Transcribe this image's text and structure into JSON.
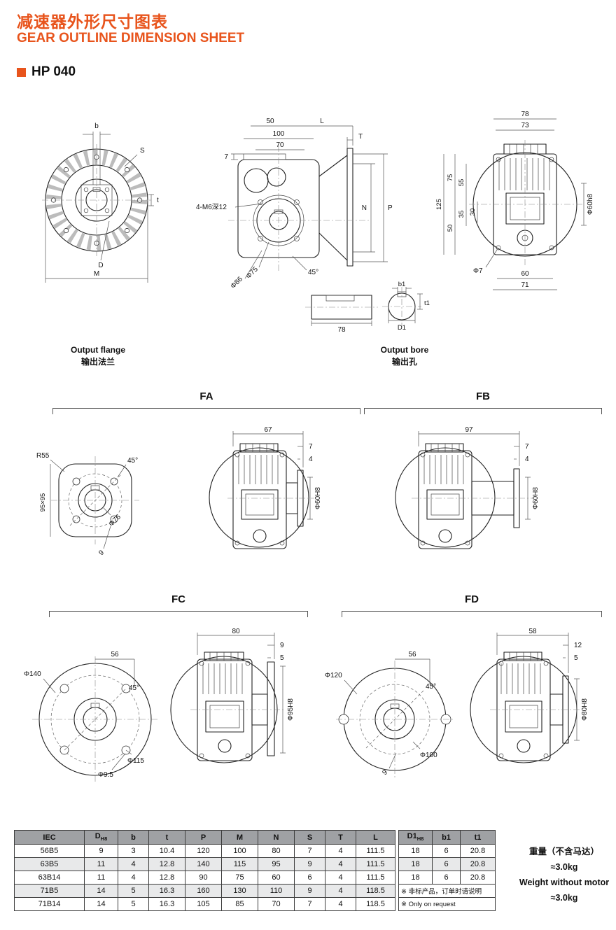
{
  "meta": {
    "accent": "#e8541c"
  },
  "header": {
    "title_zh": "减速器外形尺寸图表",
    "title_en": "GEAR OUTLINE DIMENSION SHEET",
    "model": "HP 040"
  },
  "views": {
    "output_flange": {
      "caption_en": "Output flange",
      "caption_zh": "输出法兰",
      "dims": {
        "b": "b",
        "s": "S",
        "t": "t",
        "d": "D",
        "m": "M"
      }
    },
    "front": {
      "dims": {
        "w50": "50",
        "l": "L",
        "w100": "100",
        "w70": "70",
        "h7": "7",
        "t": "T",
        "n": "N",
        "p": "P",
        "bolts": "4-M6深12",
        "phi75": "Φ75",
        "phi86": "Φ86",
        "a45": "45°"
      }
    },
    "shaft": {
      "len": "78"
    },
    "output_bore": {
      "caption_en": "Output bore",
      "caption_zh": "输出孔",
      "dims": {
        "b1": "b1",
        "t1": "t1",
        "d1": "D1"
      }
    },
    "side": {
      "dims": {
        "w78": "78",
        "w73": "73",
        "h125": "125",
        "h75": "75",
        "h55": "55",
        "h50": "50",
        "h35": "35",
        "h30": "30",
        "phi60": "Φ60h8",
        "phi7": "Φ7",
        "w60": "60",
        "w71": "71"
      }
    },
    "fa": {
      "label": "FA",
      "flange": {
        "r55": "R55",
        "a45": "45°",
        "sq": "95×95",
        "phi75": "Φ75",
        "n9": "9"
      },
      "gear": {
        "w67": "67",
        "h7": "7",
        "h4": "4",
        "phi": "Φ60H8"
      }
    },
    "fb": {
      "label": "FB",
      "gear": {
        "w97": "97",
        "h7": "7",
        "h4": "4",
        "phi": "Φ60H8"
      }
    },
    "fc": {
      "label": "FC",
      "flange": {
        "phi140": "Φ140",
        "w56": "56",
        "a45": "45°",
        "phi115": "Φ115",
        "phi95": "Φ9.5"
      },
      "gear": {
        "w80": "80",
        "h9": "9",
        "h5": "5",
        "phi": "Φ95H8"
      }
    },
    "fd": {
      "label": "FD",
      "flange": {
        "phi120": "Φ120",
        "w56": "56",
        "a45": "45°",
        "phi100": "Φ100",
        "n9": "9"
      },
      "gear": {
        "w58": "58",
        "h12": "12",
        "h5": "5",
        "phi": "Φ80H8"
      }
    }
  },
  "table": {
    "main": {
      "headers": [
        "IEC",
        "D",
        "b",
        "t",
        "P",
        "M",
        "N",
        "S",
        "T",
        "L"
      ],
      "d_sub": "H8",
      "rows": [
        [
          "56B5",
          "9",
          "3",
          "10.4",
          "120",
          "100",
          "80",
          "7",
          "4",
          "111.5"
        ],
        [
          "63B5",
          "11",
          "4",
          "12.8",
          "140",
          "115",
          "95",
          "9",
          "4",
          "111.5"
        ],
        [
          "63B14",
          "11",
          "4",
          "12.8",
          "90",
          "75",
          "60",
          "6",
          "4",
          "111.5"
        ],
        [
          "71B5",
          "14",
          "5",
          "16.3",
          "160",
          "130",
          "110",
          "9",
          "4",
          "118.5"
        ],
        [
          "71B14",
          "14",
          "5",
          "16.3",
          "105",
          "85",
          "70",
          "7",
          "4",
          "118.5"
        ]
      ]
    },
    "side": {
      "headers": [
        "D1",
        "b1",
        "t1"
      ],
      "d1_sub": "H8",
      "rows": [
        [
          "18",
          "6",
          "20.8"
        ],
        [
          "18",
          "6",
          "20.8"
        ],
        [
          "18",
          "6",
          "20.8"
        ]
      ],
      "note_zh": "※ 非标产品，订单时请说明",
      "note_en": "※ Only on request"
    }
  },
  "weight": {
    "zh": "重量（不含马达）",
    "zh_value": "≈3.0kg",
    "en": "Weight without motor",
    "en_value": "≈3.0kg"
  }
}
